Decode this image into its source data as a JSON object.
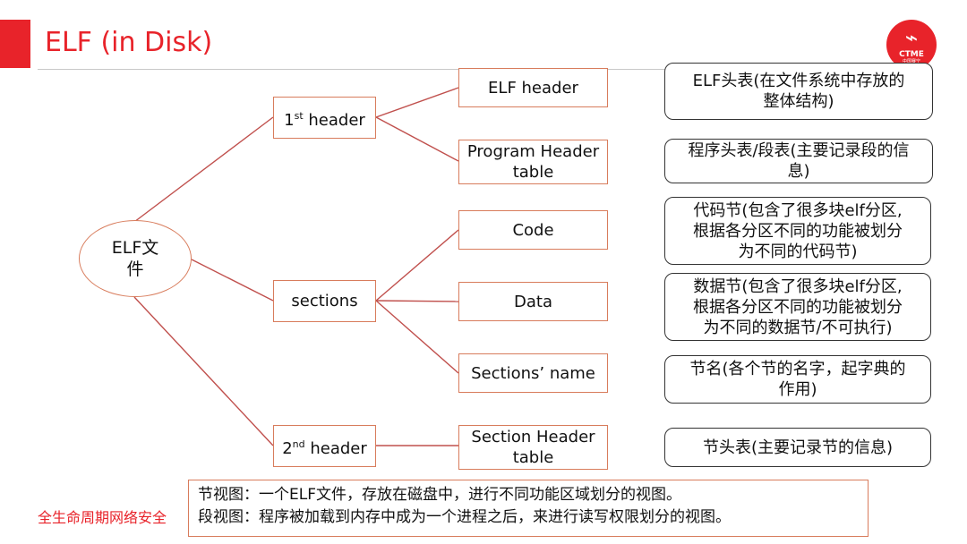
{
  "header": {
    "title": "ELF (in Disk)",
    "logo_text": "CTME",
    "logo_subtext": "中国赛宁"
  },
  "colors": {
    "accent": "#e8232a",
    "connector": "#c0504d",
    "box_border": "#d87c5c",
    "note_border": "#333333"
  },
  "diagram": {
    "root": {
      "line1": "ELF文",
      "line2": "件"
    },
    "level1": {
      "first_header": {
        "pre": "1",
        "sup": "st",
        "post": " header"
      },
      "sections": {
        "label": "sections"
      },
      "second_header": {
        "pre": "2",
        "sup": "nd",
        "post": " header"
      }
    },
    "level2": {
      "elf_header": "ELF  header",
      "program_header_table": {
        "line1": "Program Header",
        "line2": "table"
      },
      "code": "Code",
      "data": "Data",
      "sections_name": "Sections’ name",
      "section_header_table": {
        "line1": "Section Header",
        "line2": "table"
      }
    },
    "notes": {
      "elf_header": {
        "line1": "ELF头表(在文件系统中存放的",
        "line2": "整体结构)"
      },
      "program_header_table": {
        "line1": "程序头表/段表(主要记录段的信",
        "line2": "息)"
      },
      "code": {
        "line1": "代码节(包含了很多块elf分区,",
        "line2": "根据各分区不同的功能被划分",
        "line3": "为不同的代码节)"
      },
      "data": {
        "line1": "数据节(包含了很多块elf分区,",
        "line2": "根据各分区不同的功能被划分",
        "line3": "为不同的数据节/不可执行)"
      },
      "sections_name": {
        "line1": "节名(各个节的名字，起字典的",
        "line2": "作用)"
      },
      "section_header_table": {
        "line1": "节头表(主要记录节的信息)"
      }
    }
  },
  "footer": {
    "text": "全生命周期网络安全",
    "caption_line1": "节视图：一个ELF文件，存放在磁盘中，进行不同功能区域划分的视图。",
    "caption_line2": "段视图：程序被加载到内存中成为一个进程之后，来进行读写权限划分的视图。"
  }
}
